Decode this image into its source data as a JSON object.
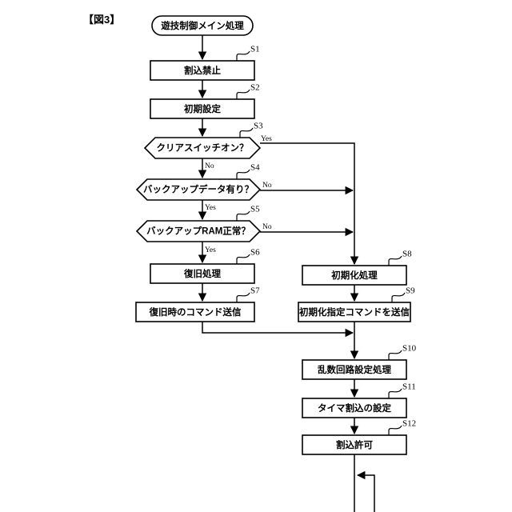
{
  "figure": {
    "title": "【図3】"
  },
  "flowchart": {
    "type": "flowchart",
    "orientation": "top-to-bottom",
    "start": {
      "id": "start",
      "shape": "terminator",
      "label": "遊技制御メイン処理"
    },
    "nodes": [
      {
        "id": "S1",
        "step": "S1",
        "shape": "process",
        "label": "割込禁止"
      },
      {
        "id": "S2",
        "step": "S2",
        "shape": "process",
        "label": "初期設定"
      },
      {
        "id": "S3",
        "step": "S3",
        "shape": "decision",
        "label": "クリアスイッチオン？"
      },
      {
        "id": "S4",
        "step": "S4",
        "shape": "decision",
        "label": "バックアップデータ有り？"
      },
      {
        "id": "S5",
        "step": "S5",
        "shape": "decision",
        "label": "バックアップRAM正常？"
      },
      {
        "id": "S6",
        "step": "S6",
        "shape": "process",
        "label": "復旧処理"
      },
      {
        "id": "S7",
        "step": "S7",
        "shape": "process",
        "label": "復旧時のコマンド送信"
      },
      {
        "id": "S8",
        "step": "S8",
        "shape": "process",
        "label": "初期化処理"
      },
      {
        "id": "S9",
        "step": "S9",
        "shape": "process",
        "label": "初期化指定コマンドを送信"
      },
      {
        "id": "S10",
        "step": "S10",
        "shape": "process",
        "label": "乱数回路設定処理"
      },
      {
        "id": "S11",
        "step": "S11",
        "shape": "process",
        "label": "タイマ割込の設定"
      },
      {
        "id": "S12",
        "step": "S12",
        "shape": "process",
        "label": "割込許可"
      }
    ],
    "branch_labels": {
      "s3_yes": "Yes",
      "s3_no": "No",
      "s4_no": "No",
      "s4_yes": "Yes",
      "s5_no": "No",
      "s5_yes": "Yes"
    },
    "edges": [
      {
        "from": "start",
        "to": "S1",
        "label": ""
      },
      {
        "from": "S1",
        "to": "S2",
        "label": ""
      },
      {
        "from": "S2",
        "to": "S3",
        "label": ""
      },
      {
        "from": "S3",
        "to": "S4",
        "label": "No"
      },
      {
        "from": "S3",
        "to": "S8",
        "label": "Yes"
      },
      {
        "from": "S4",
        "to": "S5",
        "label": "Yes"
      },
      {
        "from": "S4",
        "to": "S8",
        "label": "No"
      },
      {
        "from": "S5",
        "to": "S6",
        "label": "Yes"
      },
      {
        "from": "S5",
        "to": "S8",
        "label": "No"
      },
      {
        "from": "S6",
        "to": "S7",
        "label": ""
      },
      {
        "from": "S7",
        "to": "S10",
        "label": ""
      },
      {
        "from": "S8",
        "to": "S9",
        "label": ""
      },
      {
        "from": "S9",
        "to": "S10",
        "label": ""
      },
      {
        "from": "S10",
        "to": "S11",
        "label": ""
      },
      {
        "from": "S11",
        "to": "S12",
        "label": ""
      },
      {
        "from": "S12",
        "to": "loop",
        "label": ""
      }
    ],
    "colors": {
      "stroke": "#000000",
      "fill": "#ffffff",
      "text": "#000000"
    }
  }
}
